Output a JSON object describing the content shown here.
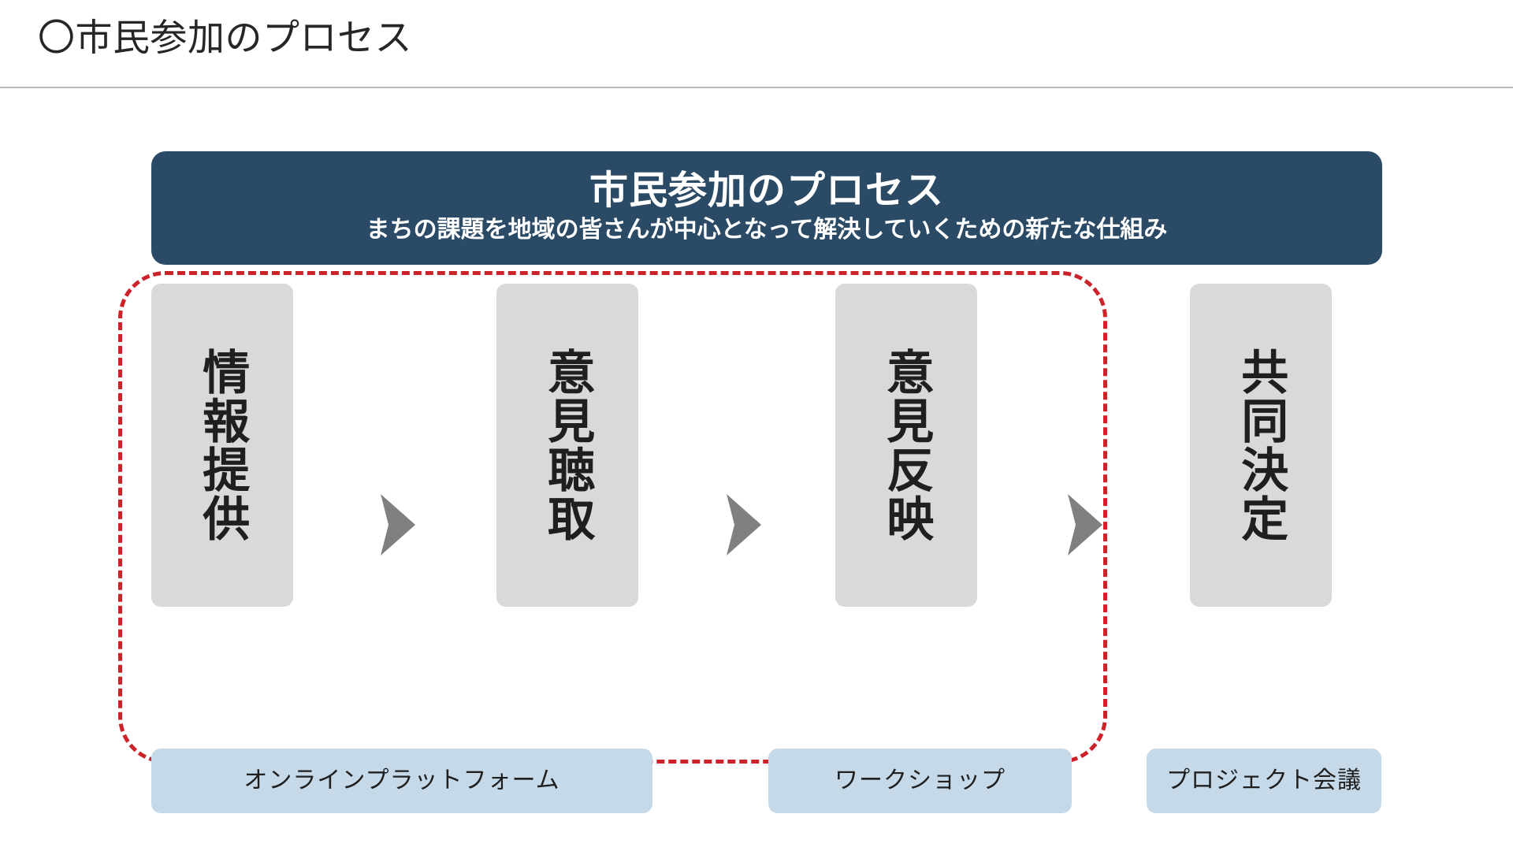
{
  "slide": {
    "title": "〇市民参加のプロセス"
  },
  "banner": {
    "title": "市民参加のプロセス",
    "subtitle": "まちの課題を地域の皆さんが中心となって解決していくための新たな仕組み",
    "background_color": "#2a4a66",
    "text_color": "#ffffff"
  },
  "enclosure": {
    "style": "dashed",
    "color": "#cc2229"
  },
  "stages": [
    {
      "label": "情報提供",
      "arrow_after": true
    },
    {
      "label": "意見聴取",
      "arrow_after": true
    },
    {
      "label": "意見反映",
      "arrow_after": true
    },
    {
      "label": "共同決定",
      "arrow_after": false
    }
  ],
  "stage_style": {
    "box_color": "#d9d9d9",
    "text_color": "#1f1f1f"
  },
  "arrows": {
    "color": "#808080",
    "icon": "triangle-right-icon",
    "count": 3
  },
  "channels": [
    {
      "label": "オンラインプラットフォーム"
    },
    {
      "label": "ワークショップ"
    },
    {
      "label": "プロジェクト会議"
    }
  ],
  "channel_style": {
    "box_color": "#c5d9e8",
    "text_color": "#1f1f1f"
  }
}
